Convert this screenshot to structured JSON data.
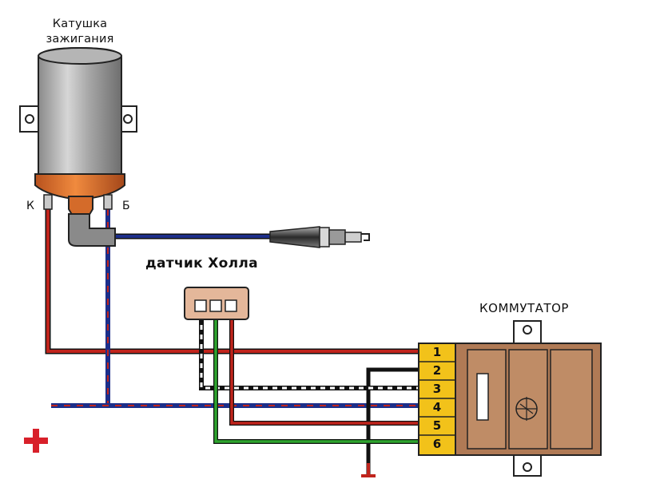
{
  "coil": {
    "title_line1": "Катушка",
    "title_line2": "зажигания",
    "terminal_k": "К",
    "terminal_b": "Б"
  },
  "hall_sensor": {
    "title": "датчик Холла"
  },
  "commutator": {
    "title": "КОММУТАТОР",
    "pins": [
      "1",
      "2",
      "3",
      "4",
      "5",
      "6"
    ]
  },
  "power": {
    "plus_symbol": "+"
  },
  "colors": {
    "wire_red": "#c0241c",
    "wire_blue": "#1d2f8a",
    "wire_green": "#2ea42e",
    "wire_black": "#111111",
    "pin_yellow": "#f2c21a",
    "module_brown": "#b07a55",
    "plus_red": "#d8202a"
  }
}
